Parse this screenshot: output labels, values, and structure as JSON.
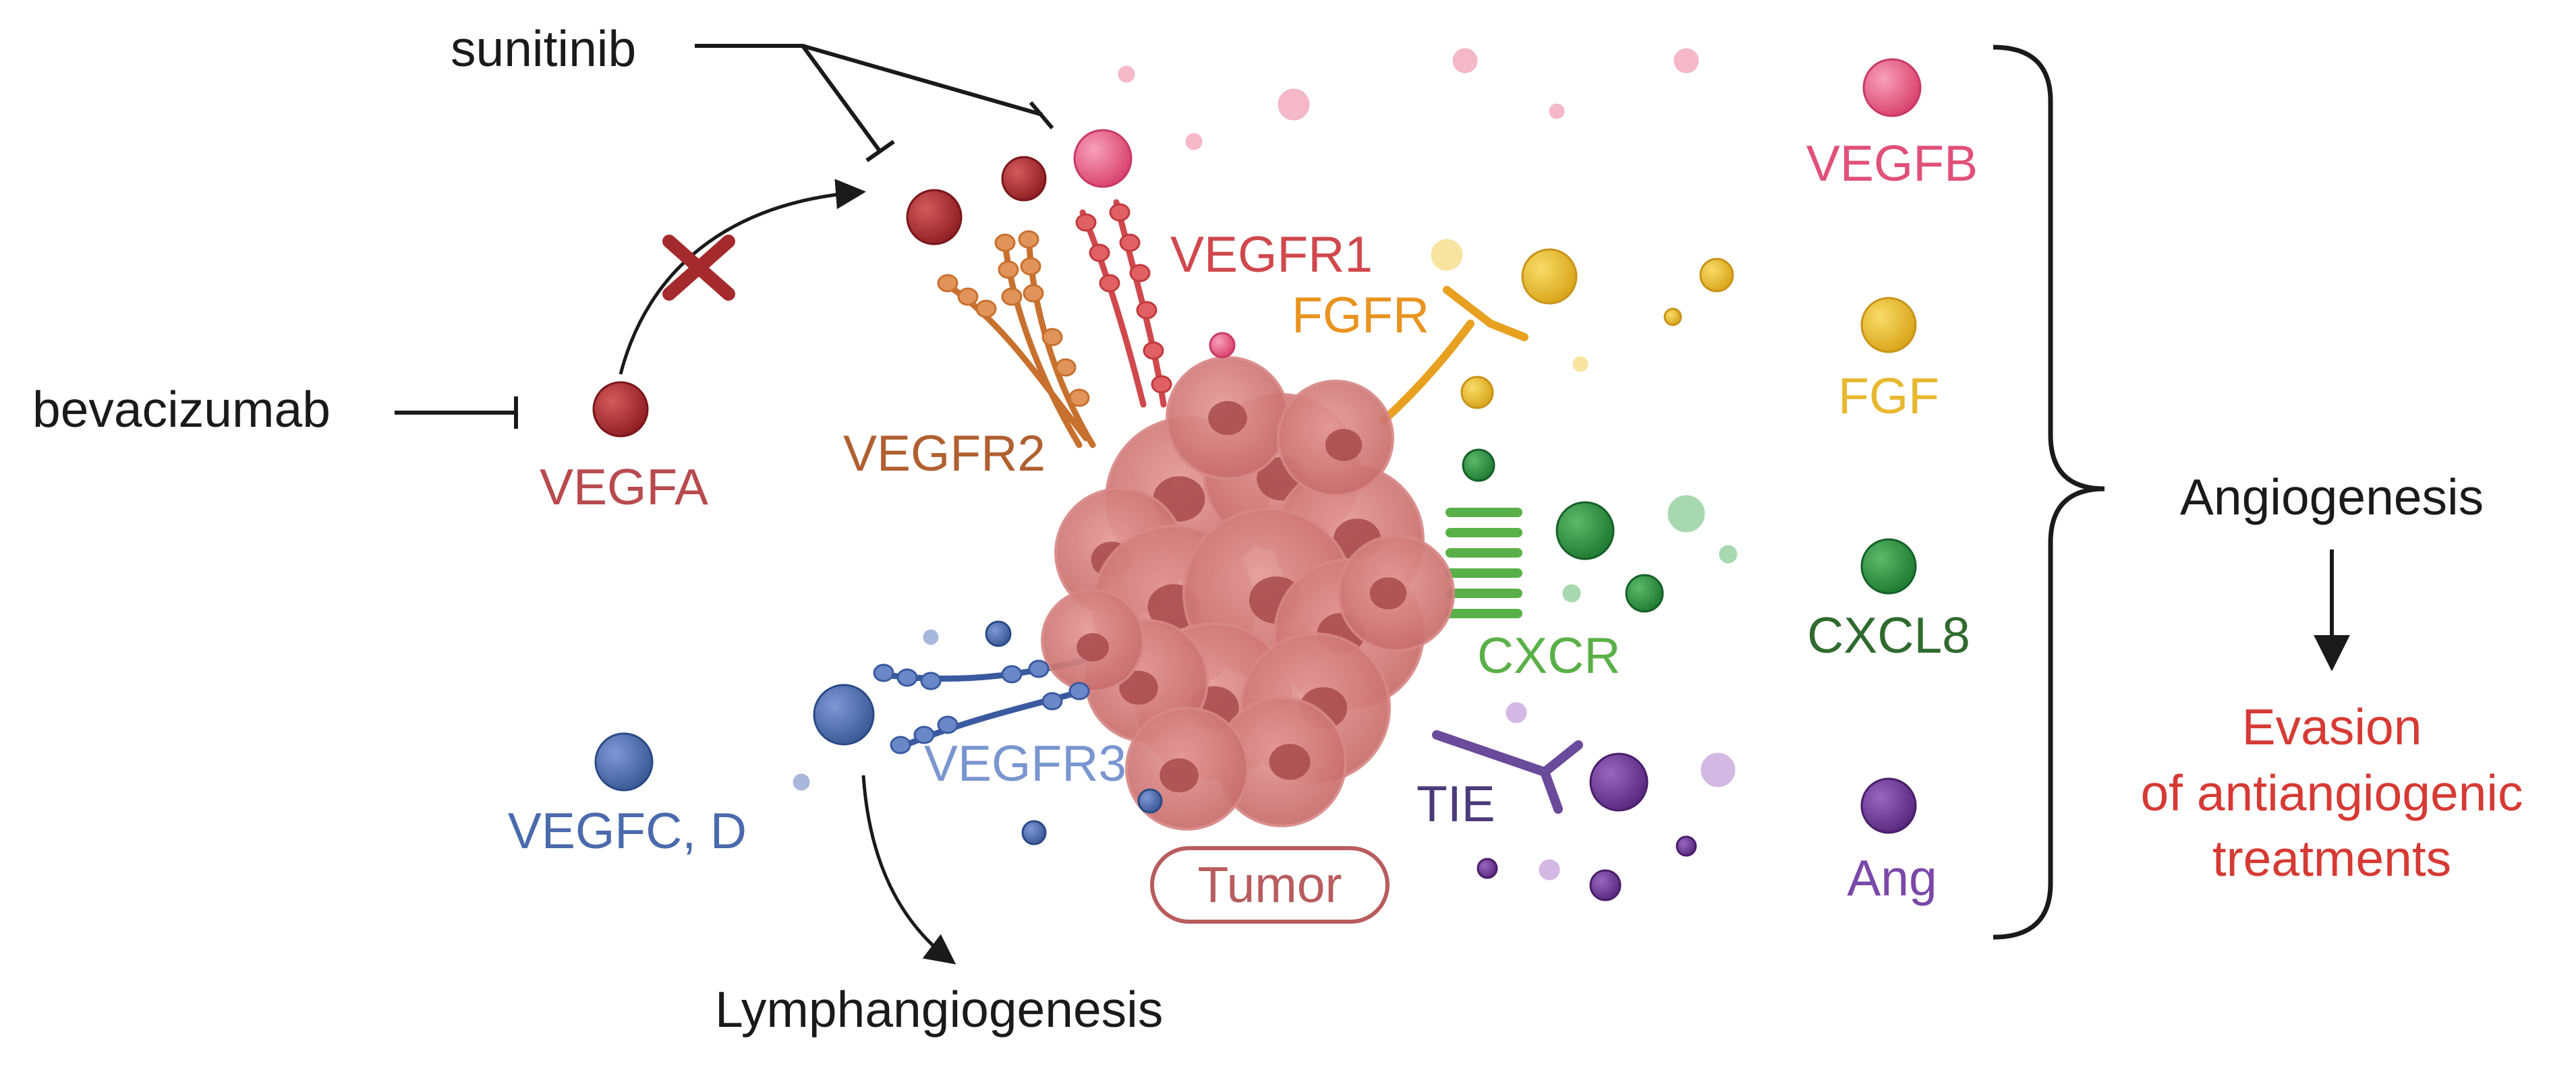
{
  "drugs": {
    "sunitinib": "sunitinib",
    "bevacizumab": "bevacizumab"
  },
  "ligands": {
    "vegfa": "VEGFA",
    "vegfb": "VEGFB",
    "fgf": "FGF",
    "cxcl8": "CXCL8",
    "ang": "Ang",
    "vegfcd": "VEGFC, D"
  },
  "receptors": {
    "vegfr1": "VEGFR1",
    "vegfr2": "VEGFR2",
    "vegfr3": "VEGFR3",
    "fgfr": "FGFR",
    "cxcr": "CXCR",
    "tie": "TIE"
  },
  "tumor": "Tumor",
  "processes": {
    "lymphangiogenesis": "Lymphangiogenesis",
    "angiogenesis": "Angiogenesis",
    "evasion": [
      "Evasion",
      "of antiangiogenic",
      "treatments"
    ]
  },
  "colors": {
    "vegfa": "#a52a2e",
    "vegfb": "#e0507a",
    "fgf": "#e8b830",
    "fgfr": "#e8a020",
    "cxcl8": "#2f8a3e",
    "cxcr": "#5ab048",
    "ang": "#6a3a90",
    "tie": "#4a3a7a",
    "vegfr2": "#c8702e",
    "vegfr3": "#3a5aa0",
    "vegfcd": "#4a6aac",
    "evasion": "#d63a34",
    "tumor": "#c8706e",
    "text": "#1a1a1a"
  }
}
